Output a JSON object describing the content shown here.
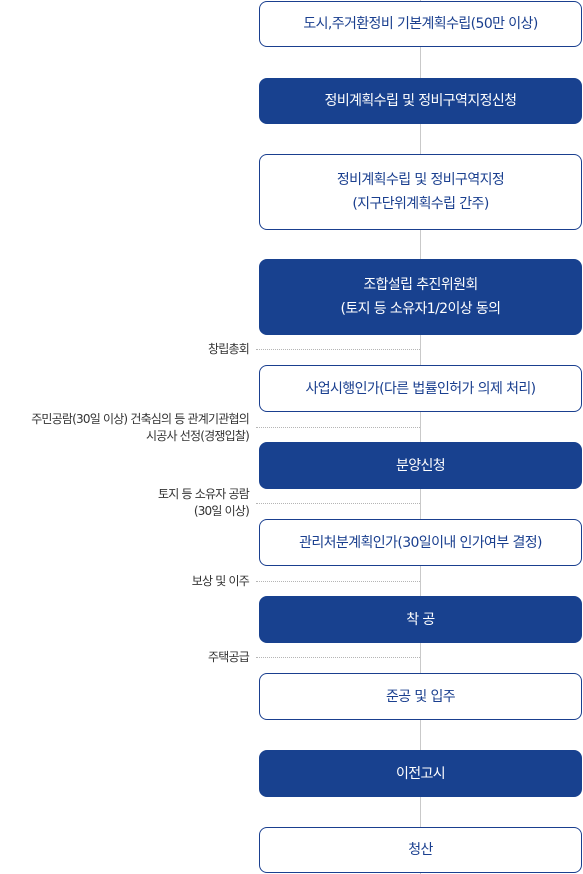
{
  "steps": [
    {
      "lines": [
        "도시,주거환정비 기본계획수립(50만 이상)"
      ],
      "style": "outline"
    },
    {
      "lines": [
        "정비계획수립 및 정비구역지정신청"
      ],
      "style": "filled"
    },
    {
      "lines": [
        "정비계획수립 및 정비구역지정",
        "(지구단위계획수립 간주)"
      ],
      "style": "outline"
    },
    {
      "lines": [
        "조합설립 추진위원회",
        "(토지 등 소유자1/2이상 동의"
      ],
      "style": "filled"
    },
    {
      "lines": [
        "사업시행인가(다른 법률인허가 의제 처리)"
      ],
      "style": "outline"
    },
    {
      "lines": [
        "분양신청"
      ],
      "style": "filled"
    },
    {
      "lines": [
        "관리처분계획인가(30일이내 인가여부 결정)"
      ],
      "style": "outline"
    },
    {
      "lines": [
        "착 공"
      ],
      "style": "filled"
    },
    {
      "lines": [
        "준공 및 입주"
      ],
      "style": "outline"
    },
    {
      "lines": [
        "이전고시"
      ],
      "style": "filled"
    },
    {
      "lines": [
        "청산"
      ],
      "style": "outline"
    }
  ],
  "notes": [
    {
      "lines": [
        "창립총회"
      ]
    },
    {
      "lines": [
        "주민공람(30일 이상) 건축심의 등 관계기관협의",
        "시공사 선정(경쟁입찰)"
      ]
    },
    {
      "lines": [
        "토지 등 소유자 공람",
        "(30일 이상)"
      ]
    },
    {
      "lines": [
        "보상 및 이주"
      ]
    },
    {
      "lines": [
        "주택공급"
      ]
    }
  ]
}
